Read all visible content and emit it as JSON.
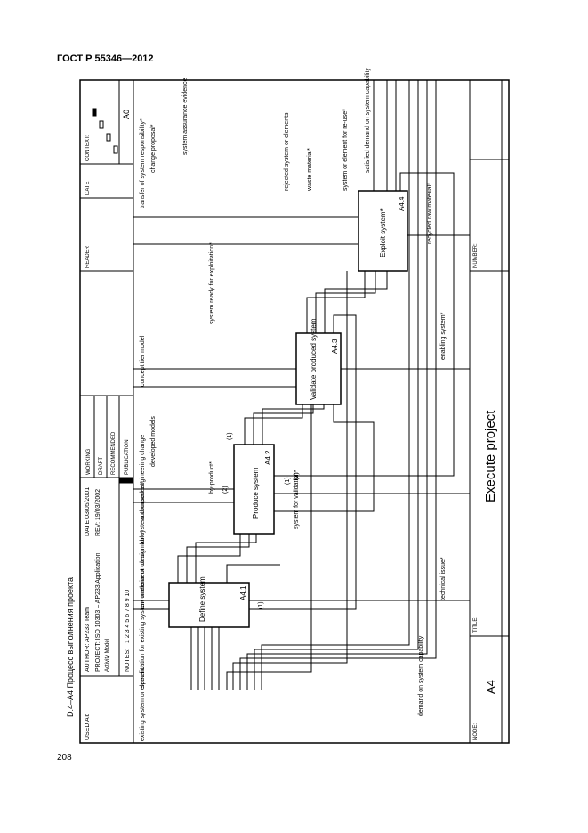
{
  "header": {
    "standard": "ГОСТ Р 55346—2012"
  },
  "page_number": "208",
  "side_caption": "D.4–A4 Процесс выполнения проекта",
  "form": {
    "used_at_label": "USED AT:",
    "author": "AUTHOR:  AP233 Team",
    "project": "PROJECT:  ISO 10303 – AP233 Application",
    "project_line2": "Activity Model",
    "date": "DATE 03/05/2001",
    "rev": "REV:   19/03/2002",
    "notes_label": "NOTES:",
    "notes": "1  2  3  4  5  6  7  8  9  10",
    "status": [
      "WORKING",
      "DRAFT",
      "RECOMMENDED",
      "PUBLICATION"
    ],
    "reader": "READER",
    "date_col": "DATE",
    "context": "CONTEXT:",
    "context_node": "A0",
    "node_label": "NODE:",
    "node": "A4",
    "title_label": "TITLE:",
    "title": "Execute project",
    "number_label": "NUMBER:"
  },
  "boxes": [
    {
      "name": "Define system",
      "id": "A4.1"
    },
    {
      "name": "Produce system",
      "id": "A4.2"
    },
    {
      "name": "Validate produced system",
      "id": "A4.3"
    },
    {
      "name": "Exploit system*",
      "id": "A4.4"
    }
  ],
  "arrow_labels": {
    "spec": "specification for existing system or element",
    "raw": "raw material or consumable*",
    "design": "design for system component*",
    "authorised": "authorised engineering change",
    "developed": "developed models",
    "byproduct": "by-product*",
    "concept": "concept tier model",
    "ready": "system ready for exploitation*",
    "rejected": "rejected system or elements",
    "waste": "waste material*",
    "reuse": "system or element for re-use*",
    "satisfied": "satisfied demand on system capability",
    "transfer": "transfer of system responsibility*",
    "change_proposal": "change proposal*",
    "assurance": "system assurance evidence",
    "existing": "existing system or element*",
    "demand": "demand on system capability",
    "technical": "technical issue*",
    "validation": "system for validation*",
    "enabling": "enabling system*",
    "recycled": "recycled raw material*",
    "tunnel1": "(1)",
    "tunnel2": "(2)",
    "tunnel3": "(1)",
    "tunnel4": "(1)",
    "tunnel5": "(2)"
  }
}
